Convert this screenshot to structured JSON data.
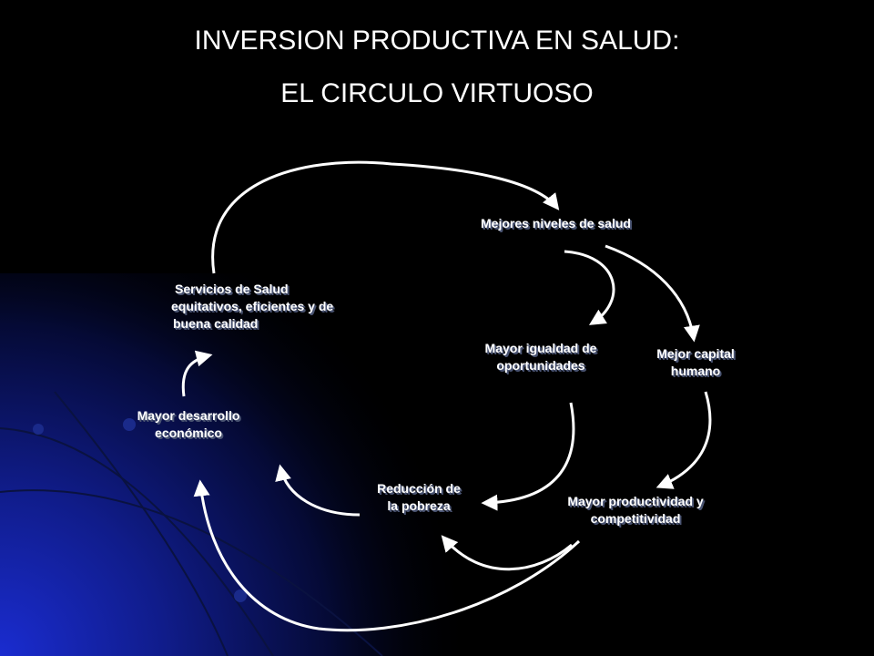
{
  "title": {
    "line1": "INVERSION PRODUCTIVA EN SALUD:",
    "line2": "EL CIRCULO VIRTUOSO"
  },
  "nodes": {
    "mejores_niveles": [
      "Mejores niveles de salud"
    ],
    "servicios_salud": [
      "Servicios de Salud",
      "equitativos, eficientes y de",
      "buena calidad"
    ],
    "mayor_igualdad": [
      "Mayor igualdad de",
      "oportunidades"
    ],
    "mejor_capital": [
      "Mejor capital",
      "humano"
    ],
    "mayor_desarrollo": [
      "Mayor desarrollo",
      "económico"
    ],
    "reduccion_pobreza": [
      "Reducción de",
      "la pobreza"
    ],
    "mayor_productividad": [
      "Mayor productividad y",
      "competitividad"
    ]
  },
  "colors": {
    "background": "#000000",
    "text": "#ffffff",
    "text_shadow": "#4a5472",
    "accent_blue": "#1c2fd6",
    "arrow": "#ffffff"
  }
}
